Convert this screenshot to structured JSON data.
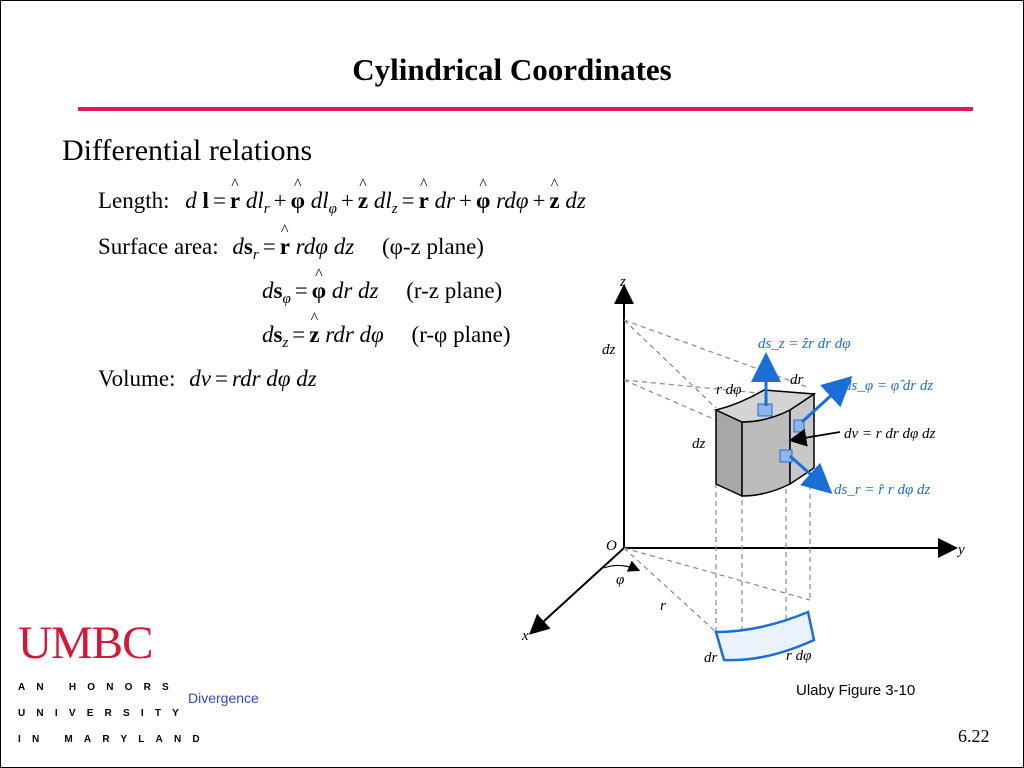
{
  "title": "Cylindrical Coordinates",
  "heading": "Differential relations",
  "length": {
    "label": "Length:"
  },
  "surface": {
    "label": "Surface area:",
    "planes": [
      "(φ-z plane)",
      "(r-z plane)",
      "(r-φ plane)"
    ]
  },
  "volume": {
    "label": "Volume:"
  },
  "figure": {
    "axes": {
      "z": "z",
      "y": "y",
      "x": "x",
      "origin": "O",
      "phi": "φ"
    },
    "labels": {
      "dz_axis": "dz",
      "dz_block": "dz",
      "r_dphi_top": "r dφ",
      "dr_top": "dr",
      "r": "r",
      "dr_bottom": "dr",
      "r_dphi_bottom": "r dφ",
      "ds_z": "ds_z = ẑr dr dφ",
      "ds_phi": "ds_φ = φ̂ dr dz",
      "dv": "dv = r dr dφ dz",
      "ds_r": "ds_r = r̂ r dφ dz"
    }
  },
  "footer": {
    "logo_text": "UMBC",
    "tagline": [
      "AN HONORS",
      "UNIVERSITY",
      "IN MARYLAND"
    ],
    "link": "Divergence",
    "credit": "Ulaby Figure 3-10",
    "page": "6.22"
  },
  "colors": {
    "accent": "#e8175d",
    "logo": "#d4183a",
    "link": "#3344cc",
    "figure_blue": "#1a6fd6",
    "block_fill": "#c4c4c4"
  }
}
